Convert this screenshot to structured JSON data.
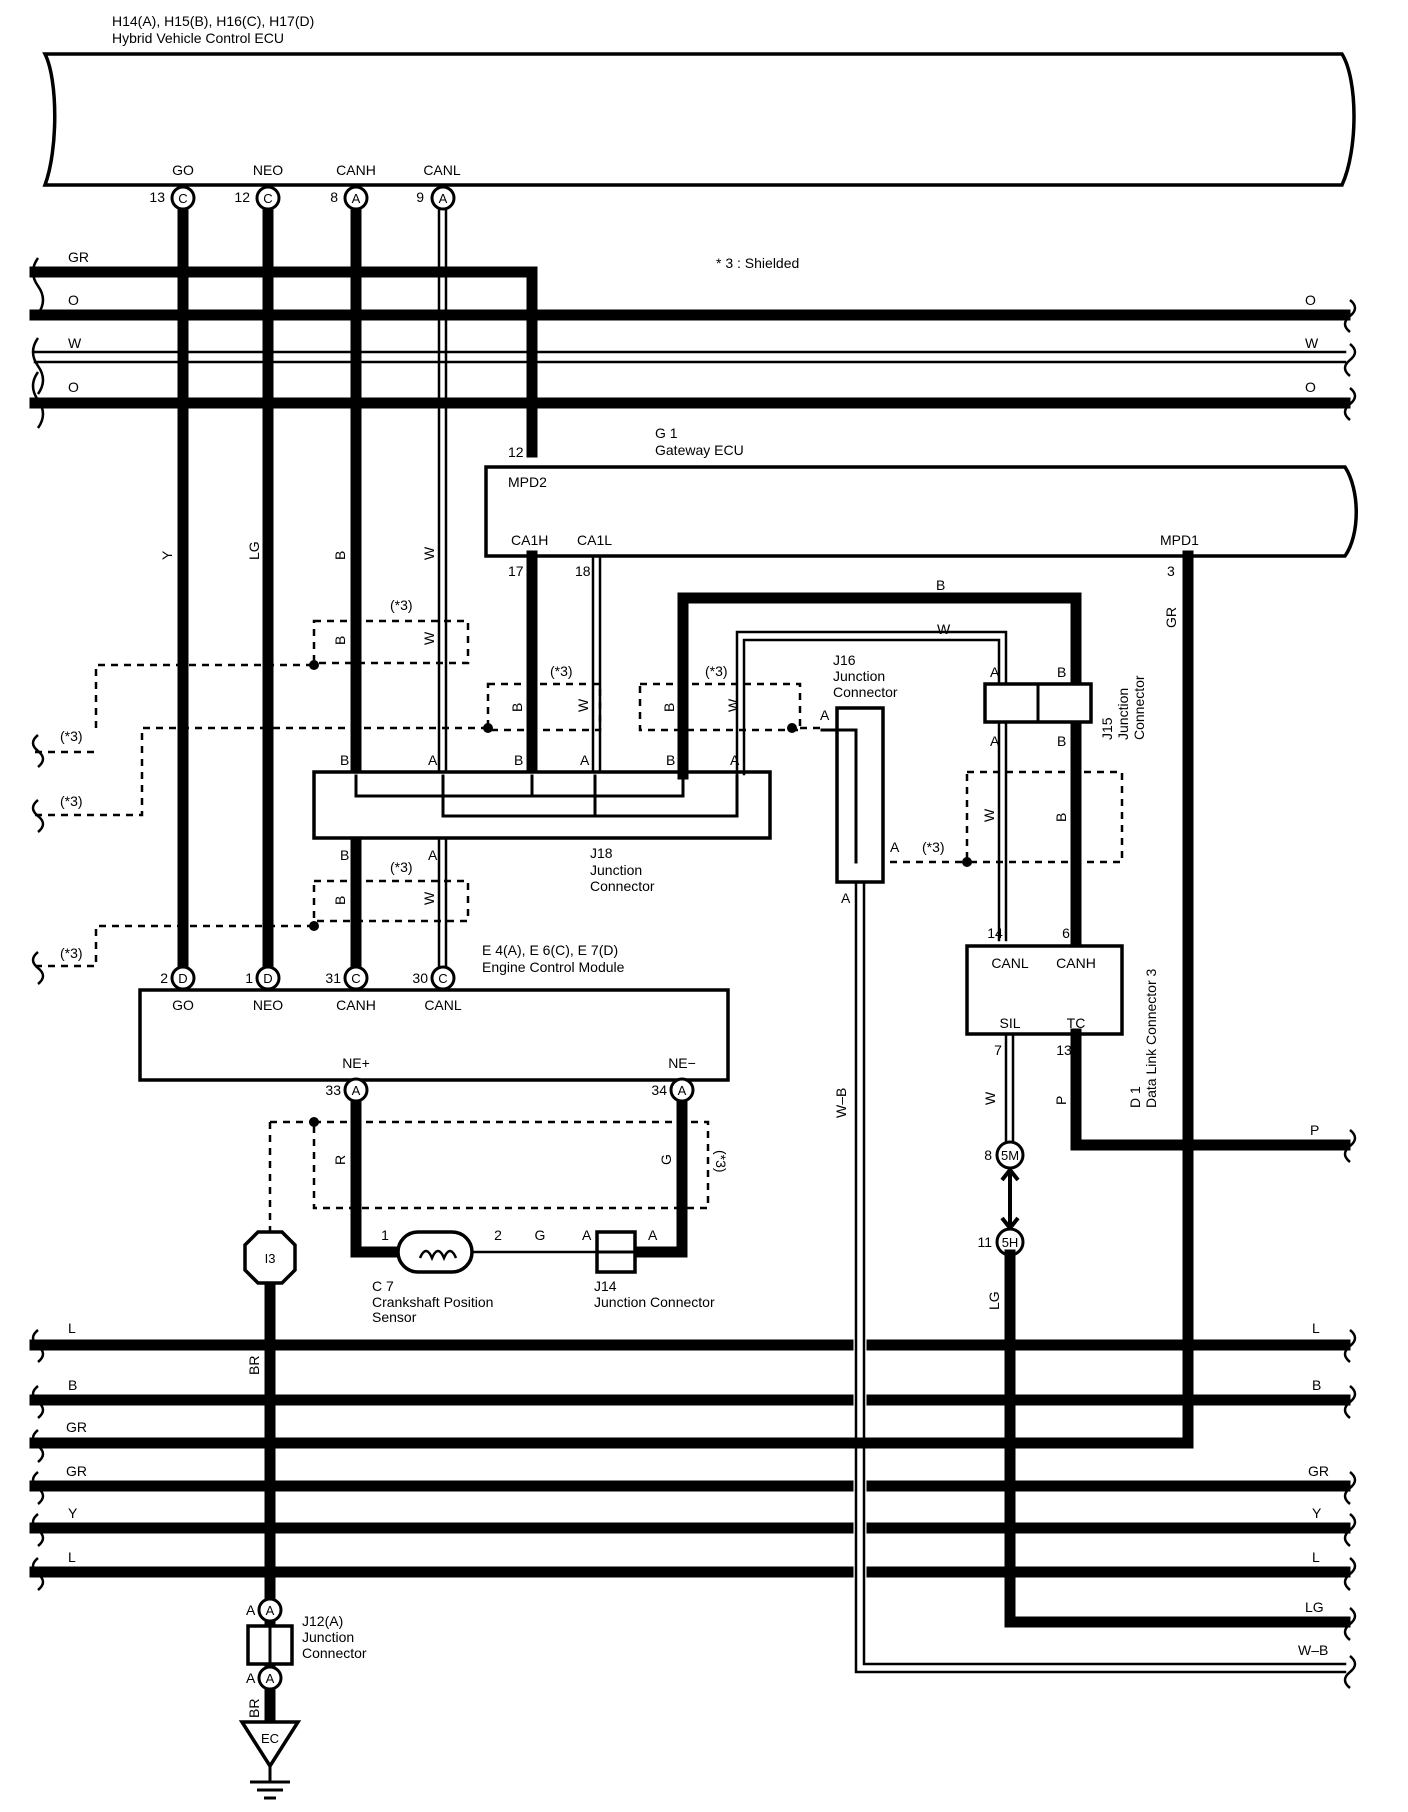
{
  "shield_note": "* 3 : Shielded",
  "shield_tag": "(*3)",
  "components": {
    "hv_ecu": {
      "id": "H14(A), H15(B), H16(C), H17(D)",
      "name": "Hybrid Vehicle Control ECU",
      "pins": [
        "GO",
        "NEO",
        "CANH",
        "CANL"
      ],
      "pin_nums": [
        "13",
        "12",
        "8",
        "9"
      ],
      "pin_conn": [
        "C",
        "C",
        "A",
        "A"
      ]
    },
    "gateway": {
      "id": "G 1",
      "name": "Gateway ECU",
      "pin12": "12",
      "mpd2": "MPD2",
      "ca1h": "CA1H",
      "ca1l": "CA1L",
      "mpd1": "MPD1",
      "n17": "17",
      "n18": "18",
      "n3": "3"
    },
    "ecm": {
      "id": "E 4(A), E 6(C), E 7(D)",
      "name": "Engine Control Module",
      "pins": [
        "GO",
        "NEO",
        "CANH",
        "CANL"
      ],
      "pin_nums": [
        "2",
        "1",
        "31",
        "30"
      ],
      "pin_conn": [
        "D",
        "D",
        "C",
        "C"
      ],
      "nep": "NE+",
      "nem": "NE−",
      "nep_num": "33",
      "nem_num": "34",
      "ne_conn": "A"
    },
    "j18": {
      "id": "J18",
      "name1": "Junction",
      "name2": "Connector"
    },
    "j16": {
      "id": "J16",
      "name1": "Junction",
      "name2": "Connector"
    },
    "j15": {
      "id": "J15",
      "name1": "Junction",
      "name2": "Connector"
    },
    "j14": {
      "id": "J14",
      "name": "Junction Connector"
    },
    "j12": {
      "id": "J12(A)",
      "name1": "Junction",
      "name2": "Connector"
    },
    "c7": {
      "id": "C 7",
      "name1": "Crankshaft Position",
      "name2": "Sensor",
      "p1": "1",
      "p2": "2"
    },
    "dlc": {
      "id": "D 1",
      "name": "Data Link Connector 3",
      "canl": "CANL",
      "canh": "CANH",
      "sil": "SIL",
      "tc": "TC",
      "n14": "14",
      "n6": "6",
      "n7": "7",
      "n13": "13"
    },
    "i13": "I3",
    "ec": "EC",
    "c5m": "5M",
    "c5h": "5H",
    "n8": "8",
    "n11": "11"
  },
  "wire_colors": {
    "top_left": [
      "GR",
      "O",
      "W",
      "O"
    ],
    "top_right": [
      "O",
      "W",
      "O"
    ],
    "vertical": [
      "Y",
      "LG",
      "B",
      "W"
    ],
    "bottom_left": [
      "L",
      "B",
      "GR",
      "GR",
      "Y",
      "L"
    ],
    "bottom_right": [
      "L",
      "B",
      "GR",
      "Y",
      "L",
      "LG",
      "W–B"
    ],
    "gr": "GR",
    "b": "B",
    "w": "W",
    "r": "R",
    "g": "G",
    "p": "P",
    "lg": "LG",
    "br": "BR",
    "wb": "W–B",
    "a": "A"
  }
}
